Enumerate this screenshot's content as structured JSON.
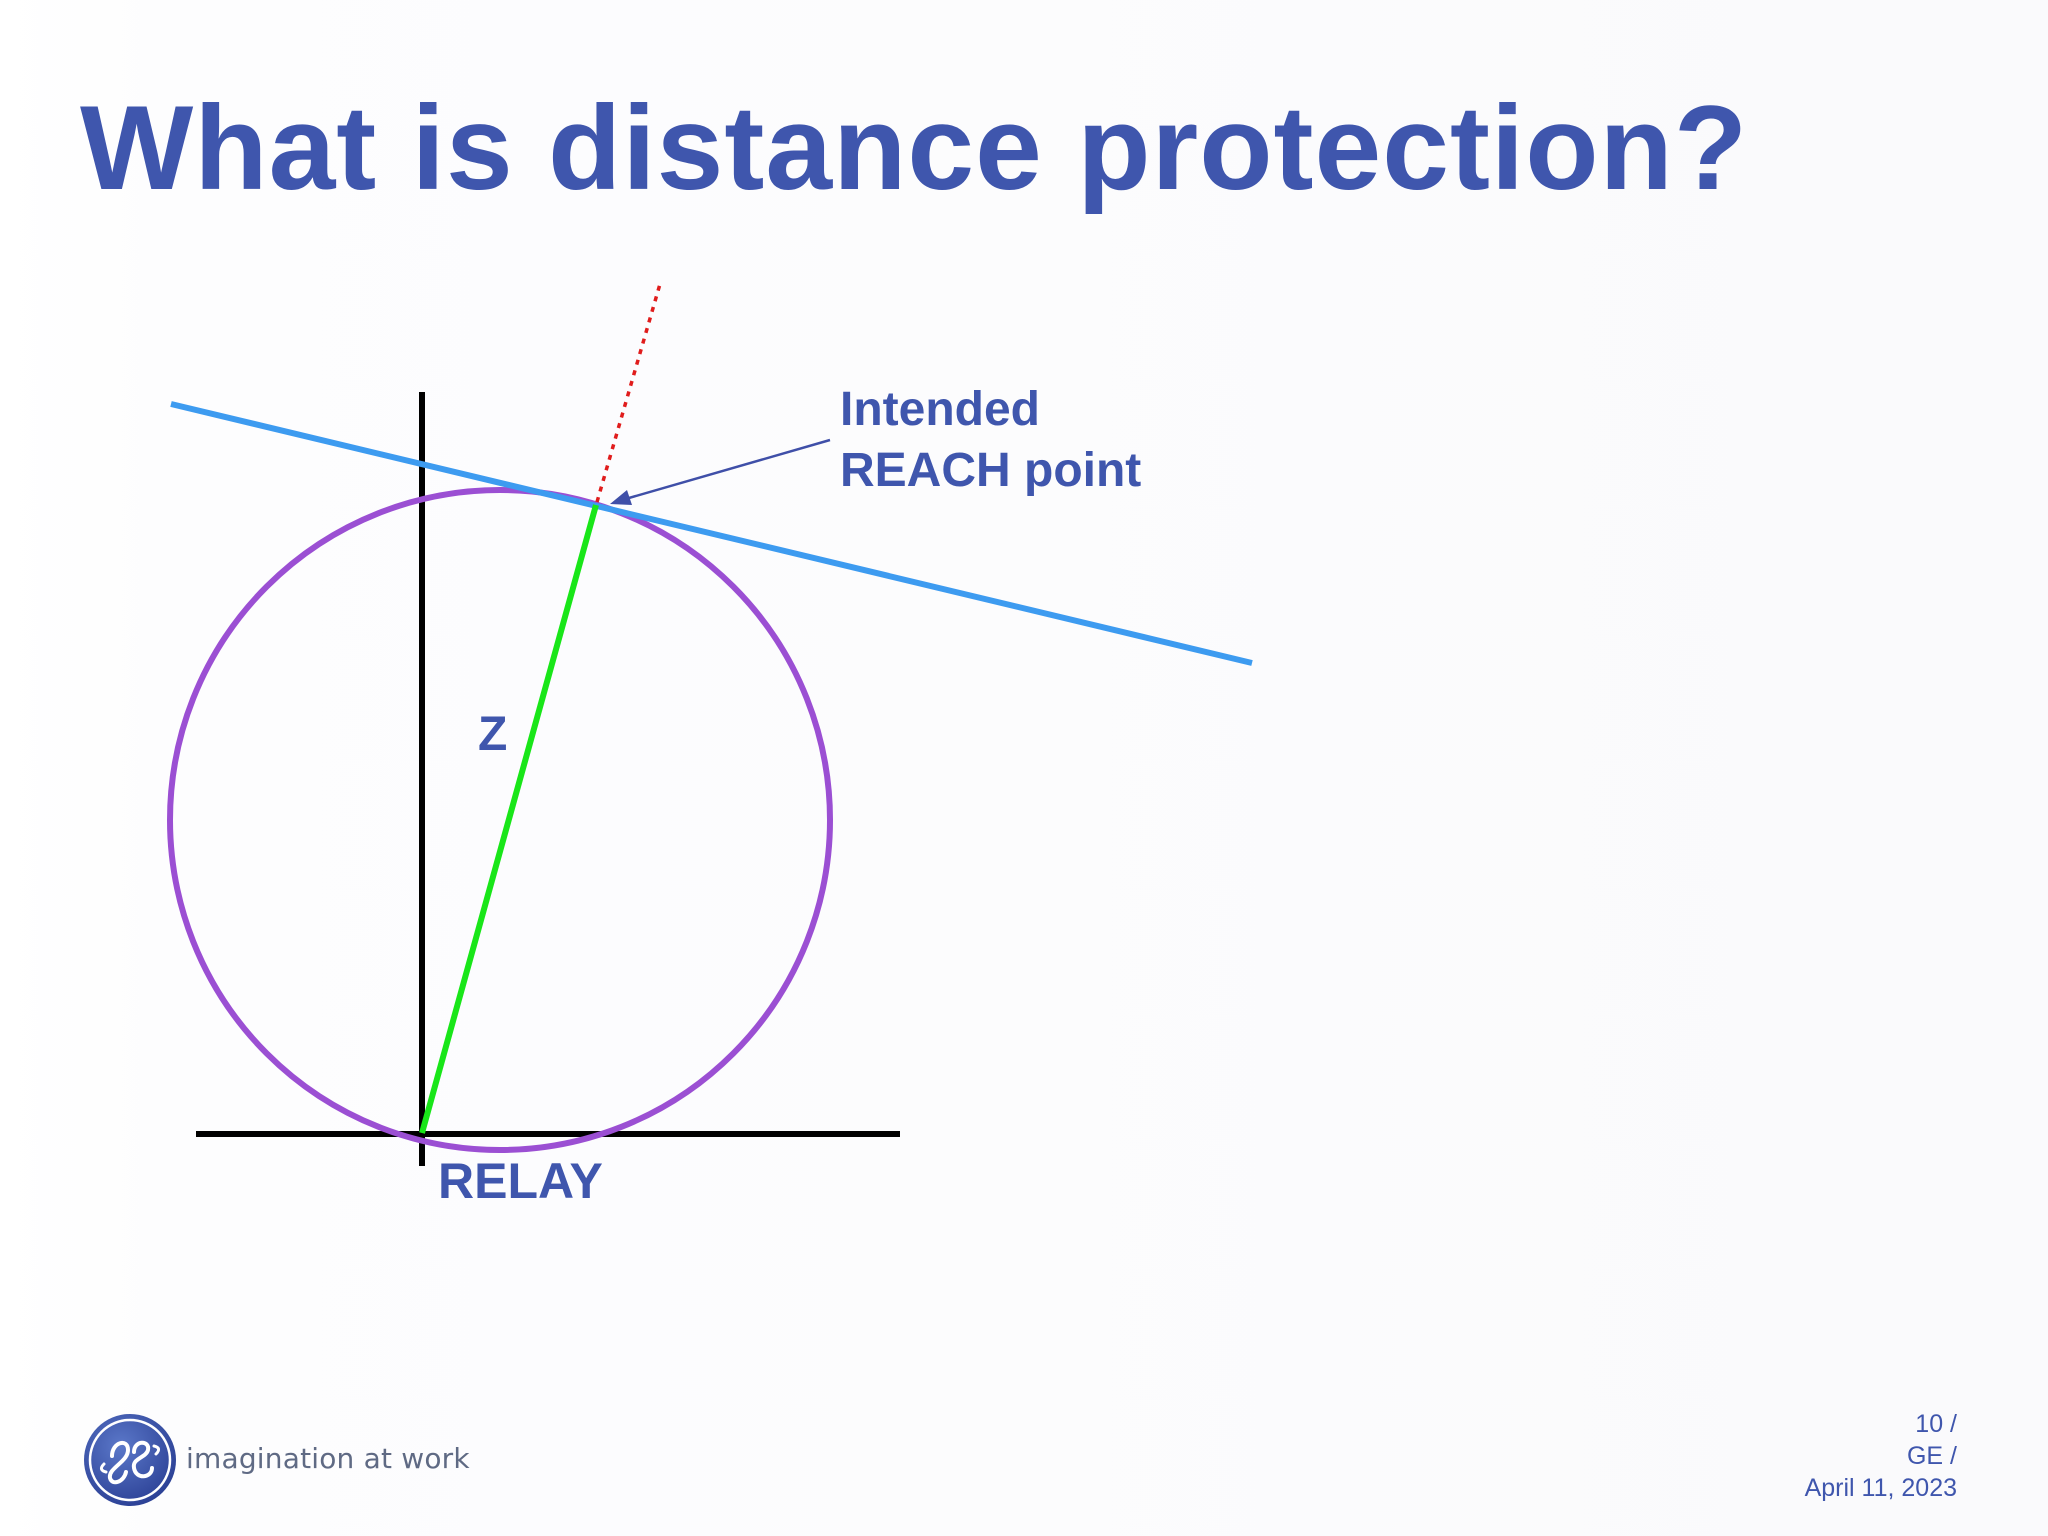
{
  "slide": {
    "title": "What is distance protection?"
  },
  "diagram": {
    "reach_label_line1": "Intended",
    "reach_label_line2": "REACH point",
    "impedance_label": "Z",
    "relay_label": "RELAY",
    "colors": {
      "axes": "#000000",
      "characteristic_circle": "#9b4fd3",
      "reach_line": "#3d9bf0",
      "impedance_vector": "#19e619",
      "extension_dotted": "#e01c1c",
      "pointer_arrow": "#3f4fa8"
    }
  },
  "footer": {
    "logo_icon": "ge-monogram-icon",
    "tagline": "imagination at work",
    "page": "10 /",
    "company": "GE /",
    "date": "April 11, 2023"
  },
  "theme": {
    "title_color": "#3f56ad",
    "text_color": "#3f56ad"
  }
}
